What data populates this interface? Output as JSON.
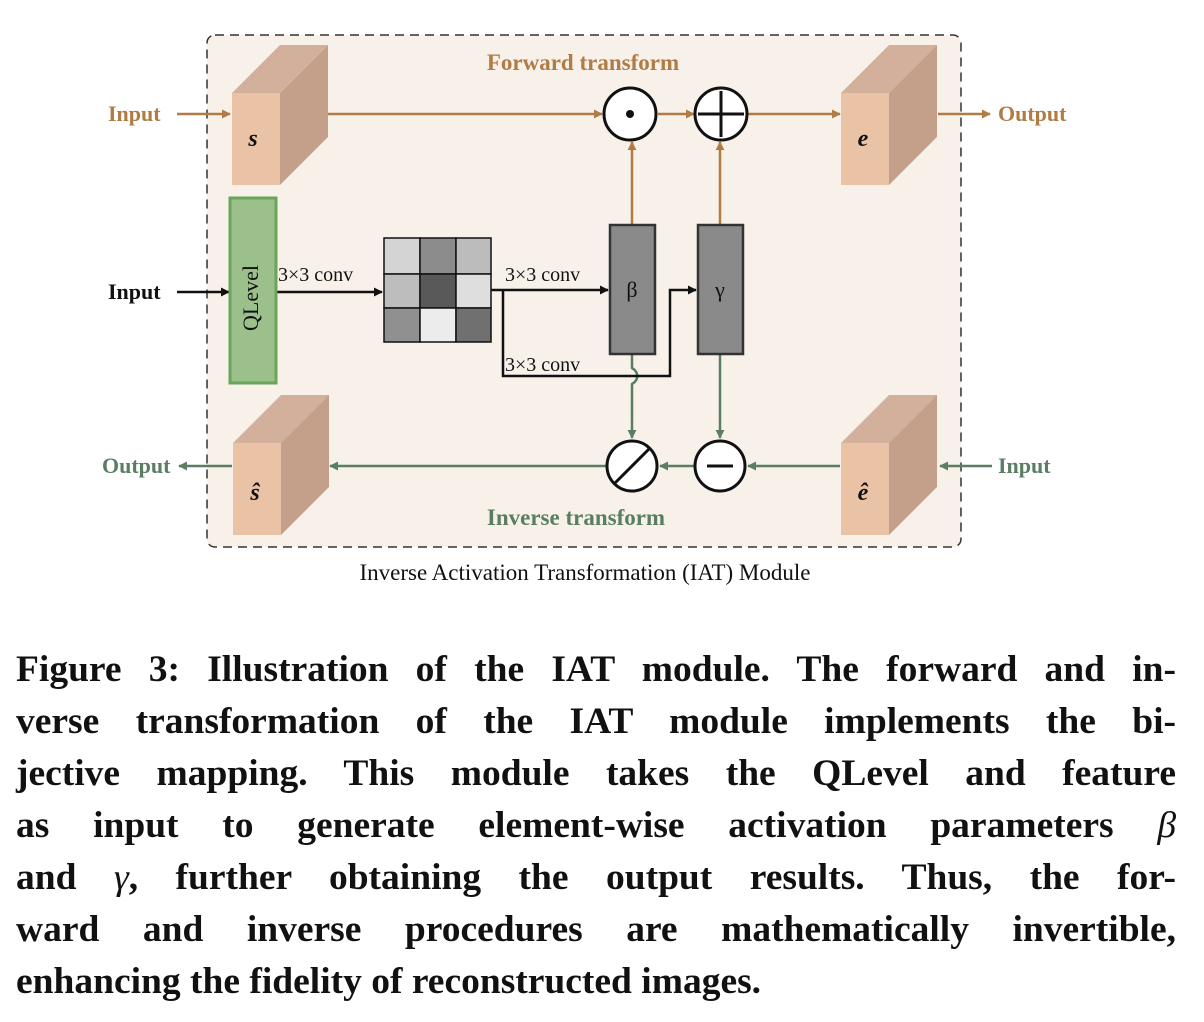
{
  "diagram": {
    "module_title": "Inverse Activation Transformation (IAT) Module",
    "forward_title": "Forward transform",
    "inverse_title": "Inverse transform",
    "forward_input_label": "Input",
    "forward_output_label": "Output",
    "qlevel_input_label": "Input",
    "inverse_input_label": "Input",
    "inverse_output_label": "Output",
    "qlevel_label": "QLevel",
    "conv_label_1": "3×3 conv",
    "conv_label_2": "3×3 conv",
    "conv_label_3": "3×3 conv",
    "beta_label": "β",
    "gamma_label": "γ",
    "block_s": "s",
    "block_e": "e",
    "block_s_hat": "ŝ",
    "block_e_hat": "ê",
    "colors": {
      "forward": "#b07c45",
      "inverse": "#5a7e63",
      "module_bg": "#f7f1ea",
      "block_front": "#eac2a6",
      "block_top": "#d3b09b",
      "block_side": "#c4a08a",
      "qlevel_fill": "#9cc08c",
      "qlevel_stroke": "#6aa55c",
      "param_fill": "#8a8a8a"
    }
  },
  "caption": {
    "line1_pre": "Figure 3: Illustration of the IAT module. The forward and in-",
    "line2": "verse transformation of the IAT module implements the bi-",
    "line3": "jective mapping. This module takes the QLevel and feature",
    "line4_pre": "as input to generate element-wise activation parameters",
    "line4_sym": "β",
    "line5_pre": "and",
    "line5_sym": "γ",
    "line5_post": ", further obtaining the output results. Thus, the for-",
    "line6": "ward and inverse procedures are mathematically invertible,",
    "line7": "enhancing the fidelity of reconstructed images."
  }
}
